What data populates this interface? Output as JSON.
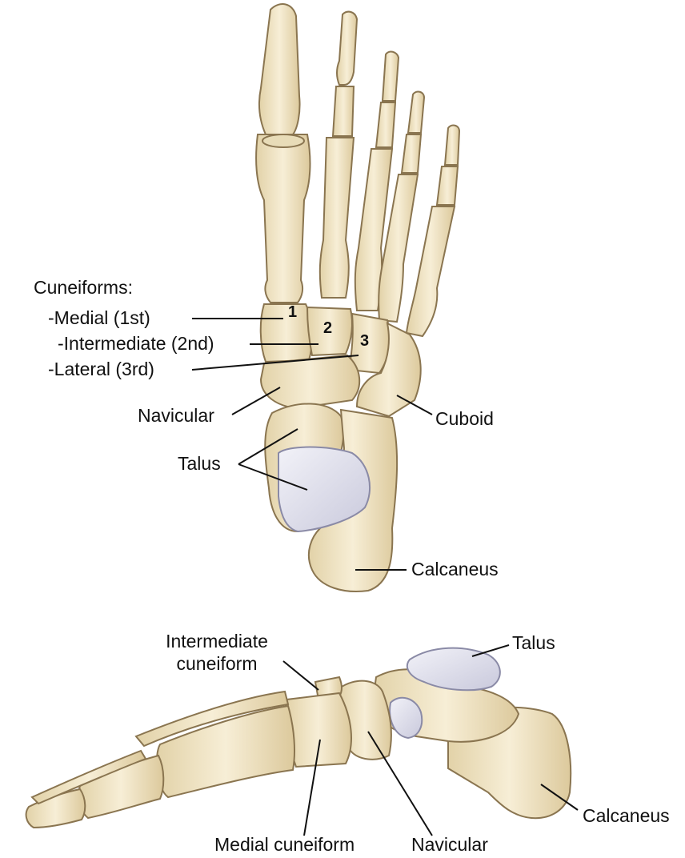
{
  "dorsal_view": {
    "cuneiforms_heading": "Cuneiforms:",
    "medial_label": "-Medial (1st)",
    "intermediate_label": "-Intermediate (2nd)",
    "lateral_label": "-Lateral (3rd)",
    "number_1": "1",
    "number_2": "2",
    "number_3": "3",
    "navicular_label": "Navicular",
    "cuboid_label": "Cuboid",
    "talus_label": "Talus",
    "calcaneus_label": "Calcaneus"
  },
  "medial_view": {
    "intermediate_cuneiform_line1": "Intermediate",
    "intermediate_cuneiform_line2": "cuneiform",
    "talus_label": "Talus",
    "calcaneus_label": "Calcaneus",
    "medial_cuneiform_label": "Medial cuneiform",
    "navicular_label": "Navicular"
  },
  "colors": {
    "bone_fill": "#efe3c3",
    "bone_outline": "#8a7550",
    "cartilage_fill": "#dcdcea",
    "leader_line": "#111111"
  }
}
